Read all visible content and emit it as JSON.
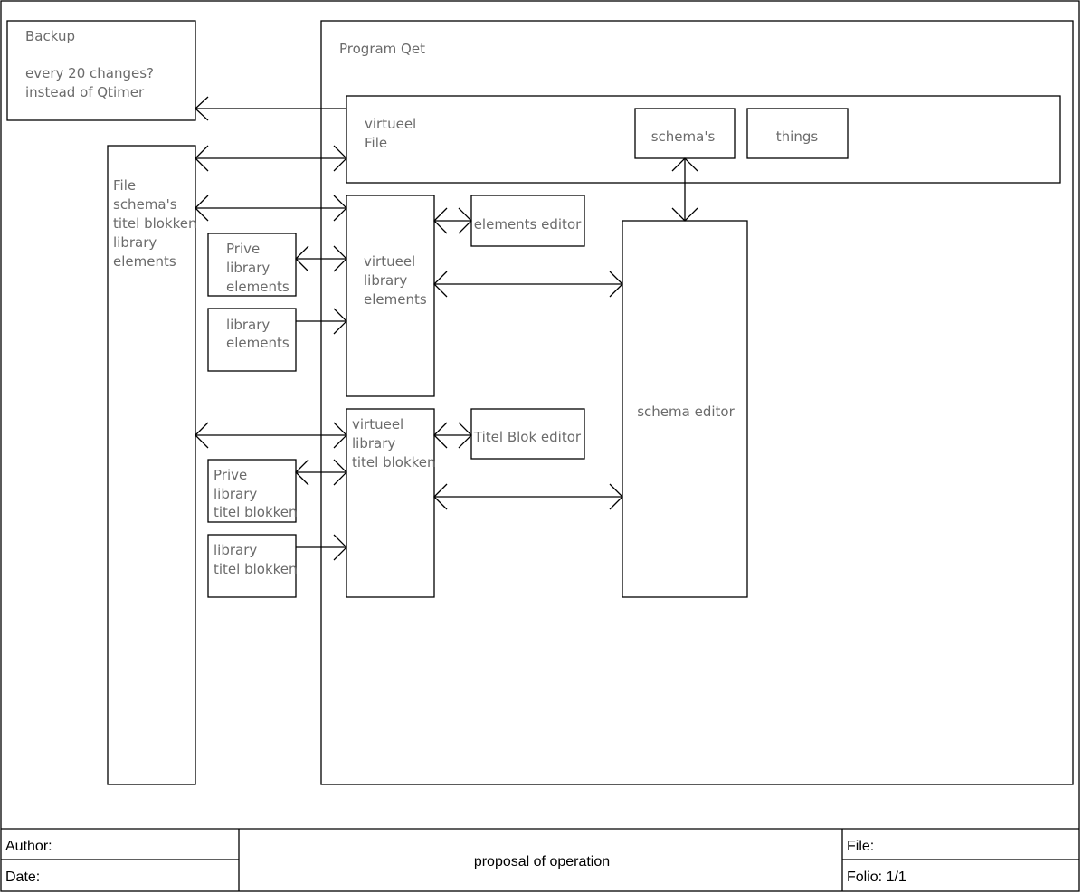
{
  "boxes": {
    "backup": {
      "lines": [
        "Backup",
        "",
        "every 20 changes?",
        "instead of Qtimer"
      ]
    },
    "program": {
      "lines": [
        "Program Qet"
      ]
    },
    "virtual_file": {
      "lines": [
        "virtueel",
        "File"
      ]
    },
    "schemas": {
      "lines": [
        "schema's"
      ]
    },
    "things": {
      "lines": [
        "things"
      ]
    },
    "file": {
      "lines": [
        "File",
        "schema's",
        "titel blokken",
        "library",
        "elements"
      ]
    },
    "virt_lib_el": {
      "lines": [
        "virtueel",
        "library",
        "elements"
      ]
    },
    "el_editor": {
      "lines": [
        "elements editor"
      ]
    },
    "prive_lib_el": {
      "lines": [
        "Prive",
        "library",
        "elements"
      ]
    },
    "lib_el": {
      "lines": [
        "library",
        "elements"
      ]
    },
    "schema_editor": {
      "lines": [
        "schema editor"
      ]
    },
    "virt_lib_tb": {
      "lines": [
        "virtueel",
        "library",
        "titel blokken"
      ]
    },
    "tb_editor": {
      "lines": [
        "Titel Blok editor"
      ]
    },
    "prive_lib_tb": {
      "lines": [
        "Prive",
        "library",
        "titel blokken"
      ]
    },
    "lib_tb": {
      "lines": [
        "library",
        "titel blokken"
      ]
    }
  },
  "titleblock": {
    "author_label": "Author:",
    "date_label": "Date:",
    "title": "proposal of operation",
    "file_label": "File:",
    "folio_label": "Folio: 1/1"
  }
}
